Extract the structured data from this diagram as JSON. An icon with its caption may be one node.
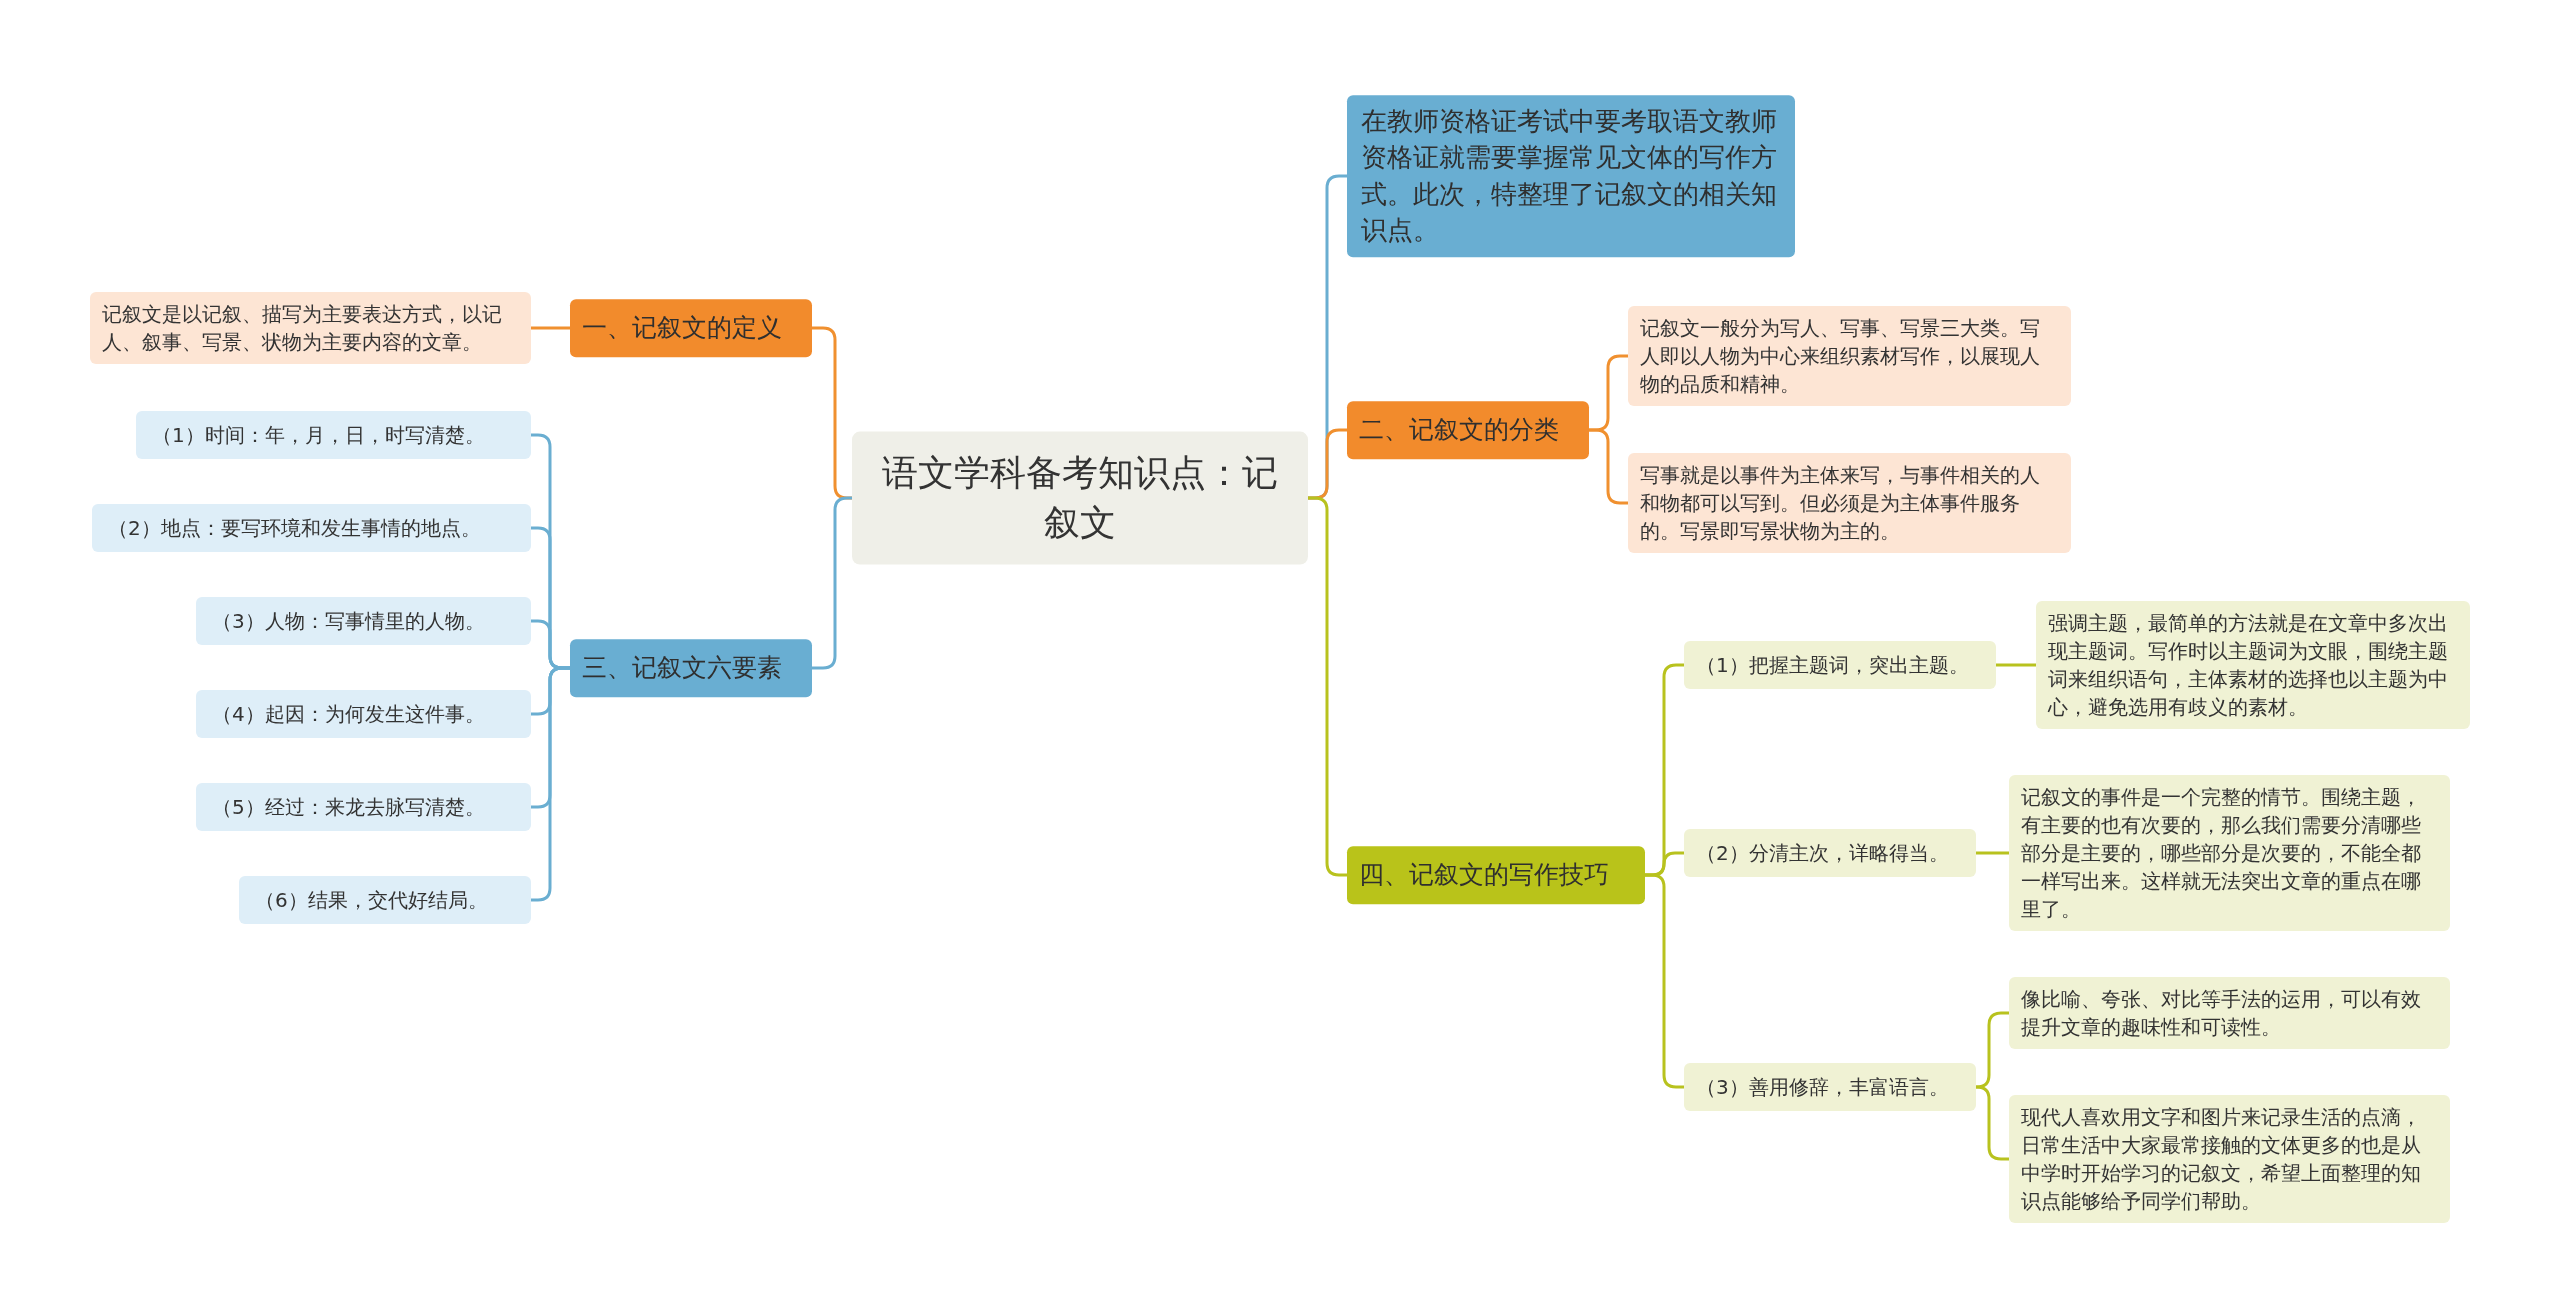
{
  "diagram": {
    "nodes": [
      {
        "text": [
          "语文学科备考知识点：记叙文"
        ]
      },
      {
        "text": [
          "一、记叙文的定义"
        ]
      },
      {
        "text": [
          "记叙文是以记叙、描写为主要表达方式，以记人、叙事、写景、状物为主要内容的文章。"
        ]
      },
      {
        "text": [
          "三、记叙文六要素"
        ]
      },
      {
        "text": [
          "（1）时间：年，月，日，时写清楚。"
        ]
      },
      {
        "text": [
          "（2）地点：要写环境和发生事情的地点。"
        ]
      },
      {
        "text": [
          "（3）人物：写事情里的人物。"
        ]
      },
      {
        "text": [
          "（4）起因：为何发生这件事。"
        ]
      },
      {
        "text": [
          "（5）经过：来龙去脉写清楚。"
        ]
      },
      {
        "text": [
          "（6）结果，交代好结局。"
        ]
      },
      {
        "text": [
          "在教师资格证考试中要考取语文教师资格证就需要掌握常见文体的写作方式。此次，特整理了记叙文的相关知识点。"
        ]
      },
      {
        "text": [
          "二、记叙文的分类"
        ]
      },
      {
        "text": [
          "记叙文一般分为写人、写事、写景三大类。写人即以人物为中心来组织素材写作，以展现人物的品质和精神。"
        ]
      },
      {
        "text": [
          "写事就是以事件为主体来写，与事件相关的人和物都可以写到。但必须是为主体事件服务的。写景即写景状物为主的。"
        ]
      },
      {
        "text": [
          "四、记叙文的写作技巧"
        ]
      },
      {
        "text": [
          "（1）把握主题词，突出主题。"
        ]
      },
      {
        "text": [
          "强调主题，最简单的方法就是在文章中多次出现主题词。写作时以主题词为文眼，围绕主题词来组织语句，主体素材的选择也以主题为中心，避免选用有歧义的素材。"
        ]
      },
      {
        "text": [
          "（2）分清主次，详略得当。"
        ]
      },
      {
        "text": [
          "记叙文的事件是一个完整的情节。围绕主题，有主要的也有次要的，那么我们需要分清哪些部分是主要的，哪些部分是次要的，不能全都一样写出来。这样就无法突出文章的重点在哪里了。"
        ]
      },
      {
        "text": [
          "（3）善用修辞，丰富语言。"
        ]
      },
      {
        "text": [
          "像比喻、夸张、对比等手法的运用，可以有效提升文章的趣味性和可读性。"
        ]
      },
      {
        "text": [
          "现代人喜欢用文字和图片来记录生活的点滴，日常生活中大家最常接触的文体更多的也是从中学时开始学习的记叙文，希望上面整理的知识点能够给予同学们帮助。"
        ]
      }
    ],
    "edges": [
      {
        "from": 0,
        "to": 1,
        "arrow": "none",
        "color": "#f0902f"
      },
      {
        "from": 1,
        "to": 2,
        "arrow": "none",
        "color": "#f0902f"
      },
      {
        "from": 0,
        "to": 3,
        "arrow": "none",
        "color": "#6aaed1"
      },
      {
        "from": 3,
        "to": 4,
        "arrow": "none",
        "color": "#6aaed1"
      },
      {
        "from": 3,
        "to": 5,
        "arrow": "none",
        "color": "#6aaed1"
      },
      {
        "from": 3,
        "to": 6,
        "arrow": "none",
        "color": "#6aaed1"
      },
      {
        "from": 3,
        "to": 7,
        "arrow": "none",
        "color": "#6aaed1"
      },
      {
        "from": 3,
        "to": 8,
        "arrow": "none",
        "color": "#6aaed1"
      },
      {
        "from": 3,
        "to": 9,
        "arrow": "none",
        "color": "#6aaed1"
      },
      {
        "from": 0,
        "to": 10,
        "arrow": "none",
        "color": "#6aaed1"
      },
      {
        "from": 0,
        "to": 11,
        "arrow": "none",
        "color": "#f0902f"
      },
      {
        "from": 11,
        "to": 12,
        "arrow": "none",
        "color": "#f0902f"
      },
      {
        "from": 11,
        "to": 13,
        "arrow": "none",
        "color": "#f0902f"
      },
      {
        "from": 0,
        "to": 14,
        "arrow": "none",
        "color": "#b8c21e"
      },
      {
        "from": 14,
        "to": 15,
        "arrow": "none",
        "color": "#b8c21e"
      },
      {
        "from": 14,
        "to": 17,
        "arrow": "none",
        "color": "#b8c21e"
      },
      {
        "from": 14,
        "to": 19,
        "arrow": "none",
        "color": "#b8c21e"
      },
      {
        "from": 15,
        "to": 16,
        "arrow": "none",
        "color": "#b8c21e"
      },
      {
        "from": 17,
        "to": 18,
        "arrow": "none",
        "color": "#b8c21e"
      },
      {
        "from": 19,
        "to": 20,
        "arrow": "none",
        "color": "#b8c21e"
      },
      {
        "from": 19,
        "to": 21,
        "arrow": "none",
        "color": "#b8c21e"
      }
    ]
  }
}
